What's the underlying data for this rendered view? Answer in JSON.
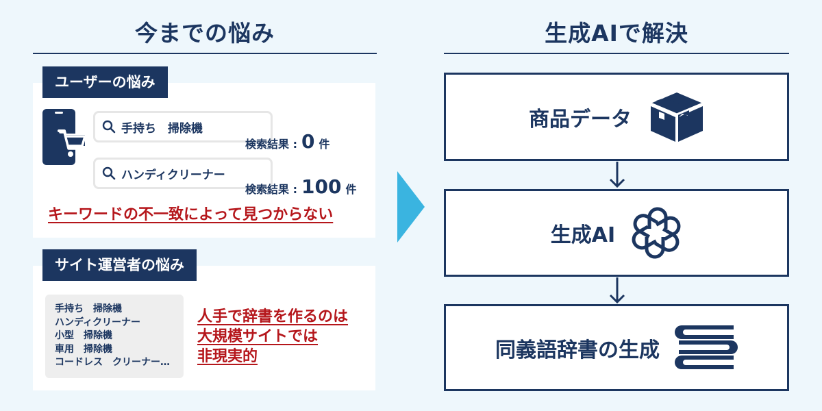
{
  "left": {
    "heading": "今までの悩み",
    "user_panel": {
      "tag": "ユーザーの悩み",
      "searches": [
        {
          "query": "手持ち　掃除機",
          "result_label": "検索結果 :",
          "result_count": "0",
          "result_unit": "件"
        },
        {
          "query": "ハンディクリーナー",
          "result_label": "検索結果 :",
          "result_count": "100",
          "result_unit": "件"
        }
      ],
      "conclusion": "キーワードの不一致によって見つからない"
    },
    "operator_panel": {
      "tag": "サイト運営者の悩み",
      "keywords": [
        "手持ち　掃除機",
        "ハンディクリーナー",
        "小型　掃除機",
        "車用　掃除機",
        "コードレス　クリーナー…"
      ],
      "conclusion_lines": [
        "人手で辞書を作るのは",
        "大規模サイトでは",
        "非現実的"
      ]
    }
  },
  "right": {
    "heading": "生成AIで解決",
    "steps": [
      {
        "label": "商品データ",
        "icon": "package-box-icon"
      },
      {
        "label": "生成AI",
        "icon": "openai-logo-icon"
      },
      {
        "label": "同義語辞書の生成",
        "icon": "book-stack-icon"
      }
    ]
  },
  "colors": {
    "navy": "#1c3660",
    "accent_red": "#b5161b",
    "arrow_cyan": "#3ab4e0",
    "background": "#eef7fc"
  }
}
